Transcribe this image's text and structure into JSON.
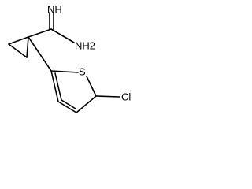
{
  "molecule": {
    "atoms": {
      "imine_nitrogen": "NH",
      "amine_nitrogen": "NH2",
      "ring_sulfur": "S",
      "chlorine": "Cl"
    }
  }
}
